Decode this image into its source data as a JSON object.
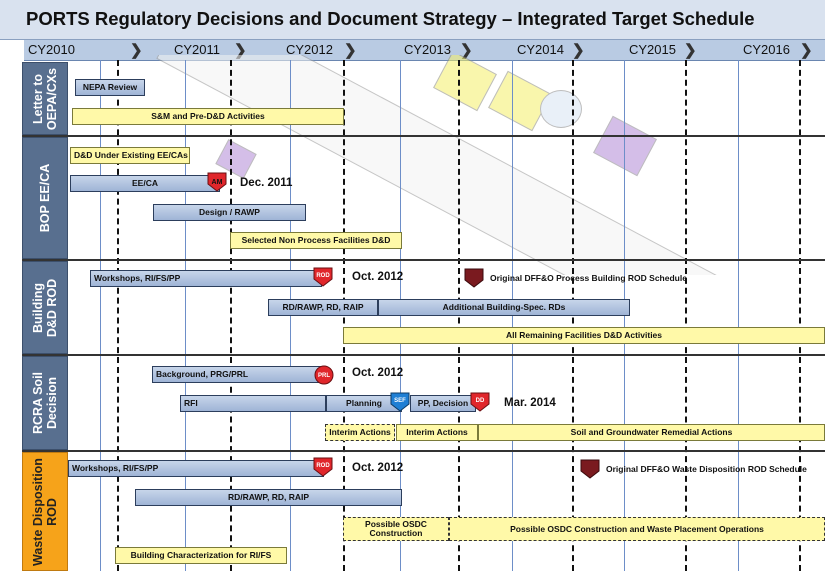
{
  "title": "PORTS Regulatory Decisions and Document Strategy – Integrated Target Schedule",
  "years": [
    "CY2010",
    "CY2011",
    "CY2012",
    "CY2013",
    "CY2014",
    "CY2015",
    "CY2016"
  ],
  "rows": {
    "letter": "Letter to\nOEPA/CXs",
    "bop": "BOP EE/CA",
    "building": "Building\nD&D ROD",
    "rcra": "RCRA Soil\nDecision",
    "waste": "Waste Disposition\nROD"
  },
  "bars": {
    "nepa": "NEPA Review",
    "sm": "S&M and Pre-D&D Activities",
    "dd_existing": "D&D Under Existing EE/CAs",
    "eeca": "EE/CA",
    "design": "Design / RAWP",
    "selected": "Selected Non Process Facilities D&D",
    "workshops1": "Workshops, RI/FS/PP",
    "rdrawp1": "RD/RAWP, RD, RAIP",
    "additional": "Additional Building-Spec. RDs",
    "remaining": "All Remaining Facilities D&D Activities",
    "background": "Background, PRG/PRL",
    "rfi": "RFI",
    "planning": "Planning",
    "ppdecision": "PP, Decision",
    "interim1": "Interim Actions",
    "interim2": "Interim Actions",
    "soilgw": "Soil and Groundwater Remedial Actions",
    "workshops2": "Workshops, RI/FS/PP",
    "rdrawp2": "RD/RAWP, RD, RAIP",
    "osdc1": "Possible OSDC\nConstruction",
    "osdc2": "Possible OSDC Construction and Waste Placement Operations",
    "characterization": "Building Characterization for RI/FS"
  },
  "milestones": {
    "am": "AM",
    "rod1": "ROD",
    "prl": "PRL",
    "sef": "SEF",
    "dd": "DD",
    "rod2": "ROD"
  },
  "dates": {
    "dec2011": "Dec. 2011",
    "oct2012a": "Oct. 2012",
    "oct2012b": "Oct. 2012",
    "mar2014": "Mar. 2014",
    "oct2012c": "Oct. 2012"
  },
  "notes": {
    "orig_building": "Original DFF&O Process Building ROD Schedule",
    "orig_waste": "Original DFF&O Waste Disposition ROD Schedule"
  },
  "colors": {
    "title_bg": "#d9e2ef",
    "row_label": "#586f8f",
    "row_label_waste": "#f6a31a",
    "bar_blue": "#b3c5e2",
    "bar_yellow": "#fff9a8",
    "milestone_red": "#e0262b",
    "milestone_blue": "#1f7fd4",
    "milestone_dark": "#7a1a1f"
  }
}
